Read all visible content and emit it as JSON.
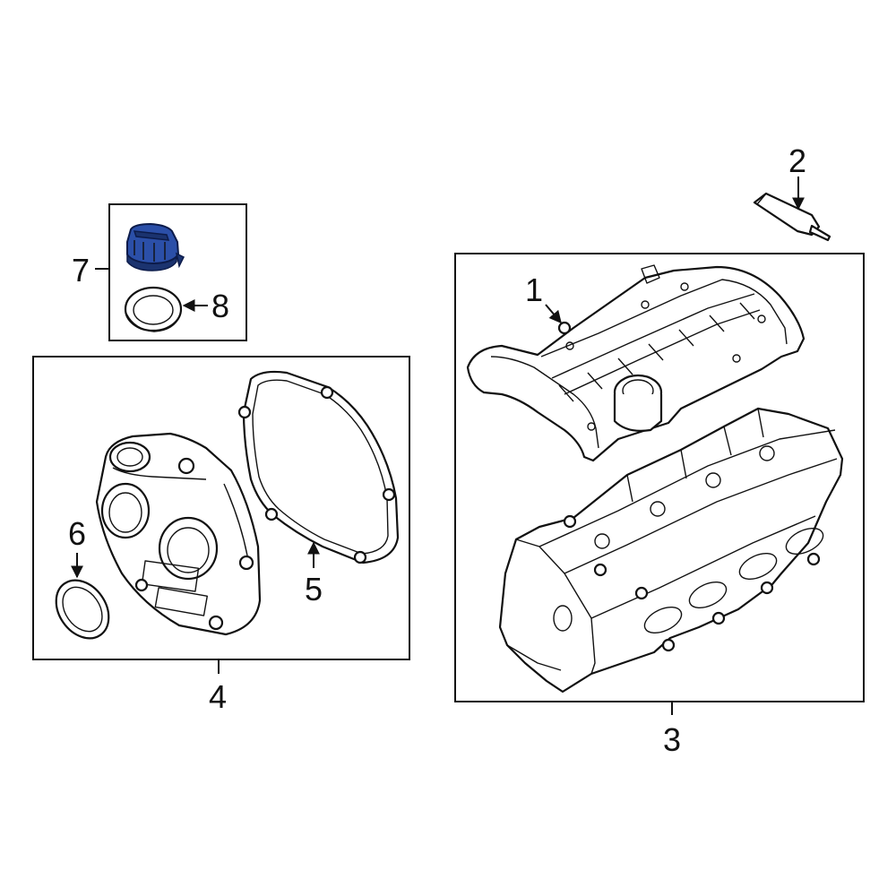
{
  "callouts": {
    "c1": "1",
    "c2": "2",
    "c3": "3",
    "c4": "4",
    "c5": "5",
    "c6": "6",
    "c7": "7",
    "c8": "8"
  },
  "colors": {
    "highlight": "#2b4fa8",
    "line": "#111111",
    "background": "#ffffff"
  },
  "highlighted_part": "7"
}
